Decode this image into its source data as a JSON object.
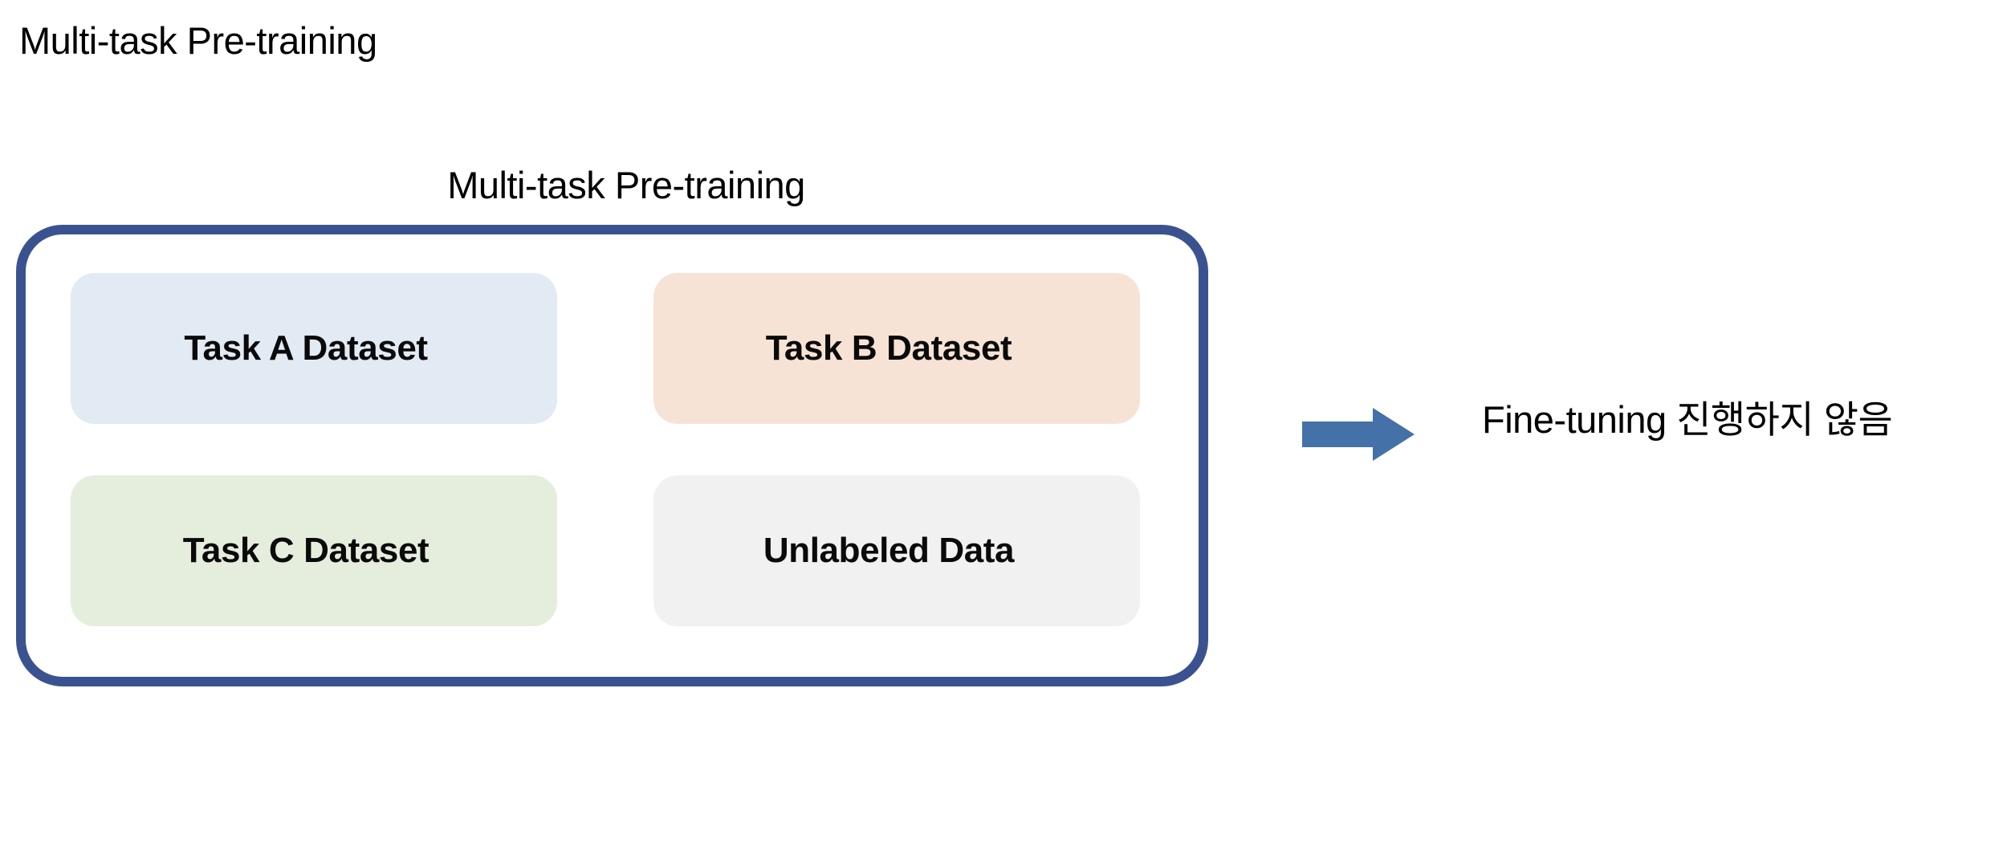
{
  "slide": {
    "heading": "Multi-task Pre-training",
    "background_color": "#ffffff"
  },
  "diagram": {
    "group_title": "Multi-task Pre-training",
    "outer_box": {
      "border_color": "#3a5390",
      "fill": "transparent",
      "corner_radius": "58px"
    },
    "cards": [
      {
        "label": "Task A Dataset",
        "color": "#e2eaf3",
        "name": "task-a-dataset-card"
      },
      {
        "label": "Task B Dataset",
        "color": "#f7e3d5",
        "name": "task-b-dataset-card"
      },
      {
        "label": "Task C Dataset",
        "color": "#e5eedd",
        "name": "task-c-dataset-card"
      },
      {
        "label": "Unlabeled Data",
        "color": "#f1f1f1",
        "name": "unlabeled-data-card"
      }
    ],
    "arrow": {
      "icon": "right-arrow-icon",
      "color": "#4472a8",
      "direction": "right"
    },
    "outcome": "Fine-tuning 진행하지 않음"
  }
}
